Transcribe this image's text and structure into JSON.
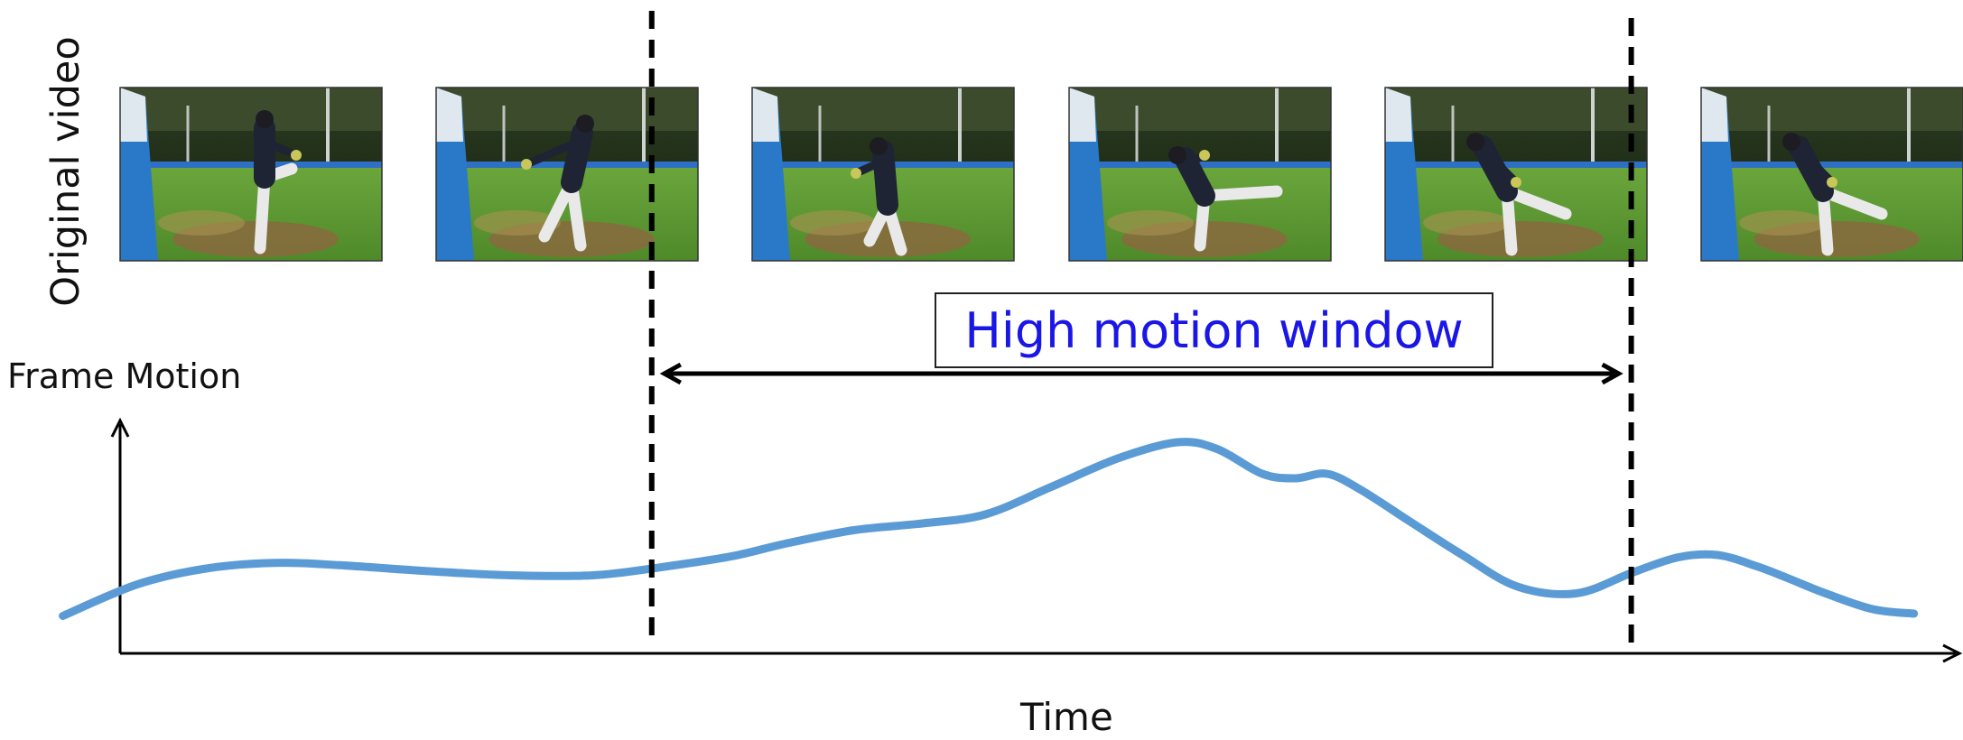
{
  "video_row": {
    "label": "Original video",
    "frames": [
      {
        "name": "frame-1",
        "pose": "leg-lift"
      },
      {
        "name": "frame-2",
        "pose": "stride"
      },
      {
        "name": "frame-3",
        "pose": "arm-cocking"
      },
      {
        "name": "frame-4",
        "pose": "release"
      },
      {
        "name": "frame-5",
        "pose": "follow-through"
      },
      {
        "name": "frame-6",
        "pose": "follow-through"
      }
    ]
  },
  "window": {
    "label": "High motion window"
  },
  "chart_data": {
    "type": "line",
    "xlabel": "Time",
    "ylabel": "Frame Motion",
    "x_unit": "relative time (0 to 1)",
    "y_unit": "relative motion (0 to 1)",
    "xlim": [
      0,
      1
    ],
    "ylim": [
      0,
      1
    ],
    "grid": false,
    "tick_labels": false,
    "series": [
      {
        "color": "#5b9bd5",
        "x": [
          0.032,
          0.07,
          0.105,
          0.14,
          0.173,
          0.215,
          0.26,
          0.302,
          0.336,
          0.373,
          0.4,
          0.435,
          0.47,
          0.502,
          0.535,
          0.57,
          0.6,
          0.62,
          0.643,
          0.66,
          0.676,
          0.693,
          0.718,
          0.745,
          0.773,
          0.803,
          0.831,
          0.855,
          0.875,
          0.895,
          0.91,
          0.93,
          0.954,
          0.975
        ],
        "y": [
          0.15,
          0.29,
          0.36,
          0.385,
          0.375,
          0.35,
          0.33,
          0.33,
          0.365,
          0.415,
          0.47,
          0.53,
          0.56,
          0.6,
          0.72,
          0.85,
          0.92,
          0.89,
          0.78,
          0.76,
          0.78,
          0.71,
          0.57,
          0.42,
          0.28,
          0.25,
          0.34,
          0.41,
          0.42,
          0.37,
          0.32,
          0.25,
          0.18,
          0.16
        ]
      }
    ],
    "markers": [
      {
        "type": "vline",
        "x": 0.332,
        "style": "dashed"
      },
      {
        "type": "vline",
        "x": 0.831,
        "style": "dashed"
      }
    ],
    "annotations": [
      {
        "type": "double-arrow",
        "x_start": 0.332,
        "x_end": 0.831,
        "label": "High motion window"
      }
    ]
  }
}
